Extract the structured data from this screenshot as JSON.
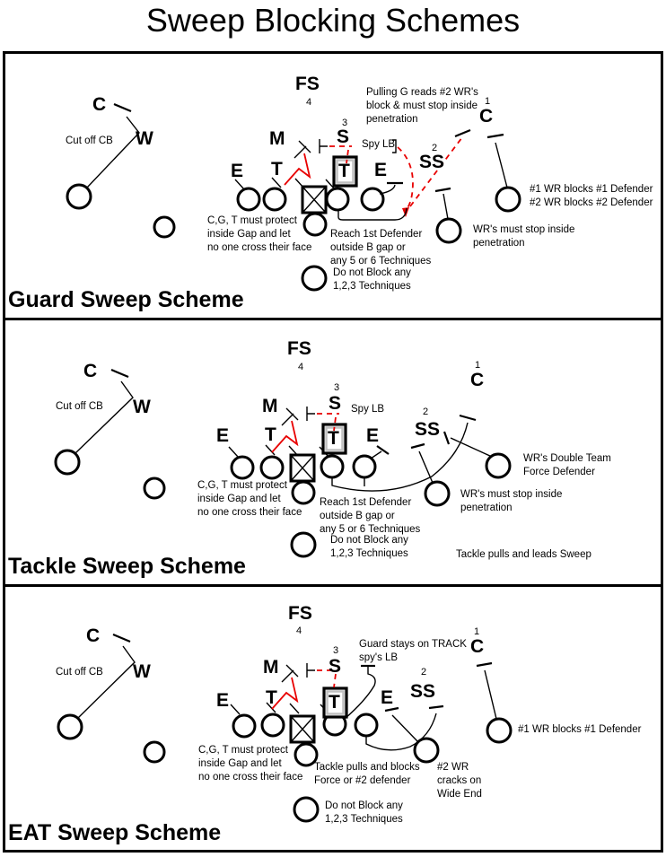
{
  "title": "Sweep Blocking Schemes",
  "colors": {
    "line": "#000000",
    "accent_red": "#e80000",
    "box_highlight": "#c0c0c0"
  },
  "panels": [
    {
      "title": "Guard Sweep Scheme",
      "positions": {
        "cb_left": "C",
        "will": "W",
        "free_safety": "FS",
        "fs_depth": "4",
        "mike": "M",
        "sam": "S",
        "sam_depth": "3",
        "end_left": "E",
        "tackle_left": "T",
        "tackle_boxed": "T",
        "end_right": "E",
        "strong_safety": "SS",
        "ss_depth": "2",
        "cb_right": "C",
        "cb_right_depth": "1"
      },
      "notes": {
        "cut_off_cb": "Cut off CB",
        "pulling_g": "Pulling G reads #2 WR's\nblock & must stop inside\npenetration",
        "spy_lb": "Spy LB",
        "wr_blocks": "#1 WR blocks #1 Defender\n#2 WR blocks #2 Defender",
        "wr_stop": "WR's must stop inside\npenetration",
        "protect": "C,G, T must protect\ninside Gap and let\nno one cross their face",
        "reach": "Reach 1st Defender\noutside B gap or\nany 5 or 6 Techniques",
        "dont_block": "Do not Block any\n1,2,3 Techniques"
      }
    },
    {
      "title": "Tackle Sweep Scheme",
      "positions": {
        "cb_left": "C",
        "will": "W",
        "free_safety": "FS",
        "fs_depth": "4",
        "mike": "M",
        "sam": "S",
        "sam_depth": "3",
        "end_left": "E",
        "tackle_left": "T",
        "tackle_boxed": "T",
        "end_right": "E",
        "strong_safety": "SS",
        "ss_depth": "2",
        "cb_right": "C",
        "cb_right_depth": "1"
      },
      "notes": {
        "cut_off_cb": "Cut off CB",
        "spy_lb": "Spy LB",
        "wr_double": "WR's Double Team\nForce Defender",
        "wr_stop": "WR's must stop inside\npenetration",
        "protect": "C,G, T must protect\ninside Gap and let\nno one cross their face",
        "reach": "Reach 1st Defender\noutside B gap or\nany 5 or 6 Techniques",
        "dont_block": "Do not Block any\n1,2,3 Techniques",
        "tackle_pulls": "Tackle pulls and leads Sweep"
      }
    },
    {
      "title": "EAT Sweep Scheme",
      "positions": {
        "cb_left": "C",
        "will": "W",
        "free_safety": "FS",
        "fs_depth": "4",
        "mike": "M",
        "sam": "S",
        "sam_depth": "3",
        "end_left": "E",
        "tackle_left": "T",
        "tackle_boxed": "T",
        "end_right": "E",
        "strong_safety": "SS",
        "ss_depth": "2",
        "cb_right": "C",
        "cb_right_depth": "1"
      },
      "notes": {
        "cut_off_cb": "Cut off CB",
        "guard_track": "Guard stays on TRACK\nspy's LB",
        "wr1_blocks": "#1 WR blocks #1 Defender",
        "wr2_cracks": "#2 WR\ncracks on\nWide End",
        "tackle_pulls": "Tackle pulls and blocks\nForce or #2 defender",
        "protect": "C,G, T must protect\ninside Gap and let\nno one cross their face",
        "dont_block": "Do not Block any\n1,2,3 Techniques"
      }
    }
  ]
}
